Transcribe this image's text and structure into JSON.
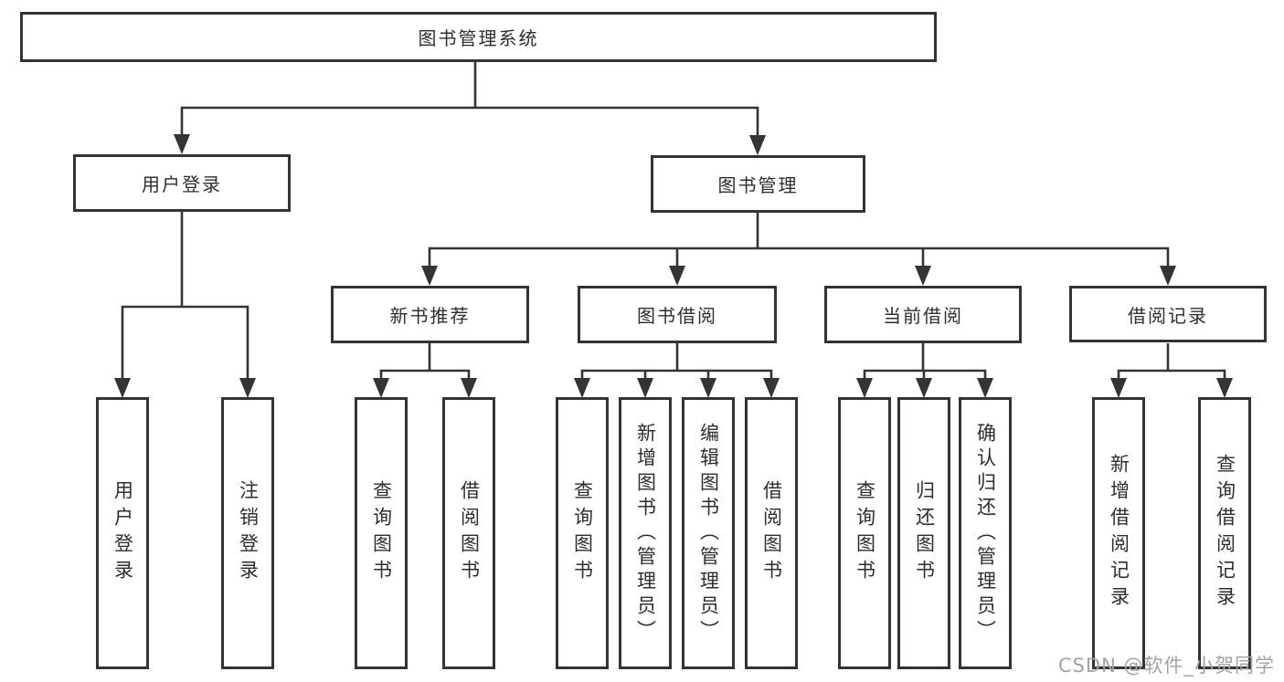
{
  "diagram": {
    "root": {
      "label": "图书管理系统"
    },
    "level1": [
      {
        "label": "用户登录",
        "parent": "图书管理系统"
      },
      {
        "label": "图书管理",
        "parent": "图书管理系统"
      }
    ],
    "level2": [
      {
        "label": "新书推荐",
        "parent": "图书管理"
      },
      {
        "label": "图书借阅",
        "parent": "图书管理"
      },
      {
        "label": "当前借阅",
        "parent": "图书管理"
      },
      {
        "label": "借阅记录",
        "parent": "图书管理"
      }
    ],
    "leaves": [
      {
        "label": "用户登录",
        "parent": "用户登录"
      },
      {
        "label": "注销登录",
        "parent": "用户登录"
      },
      {
        "label": "查询图书",
        "parent": "新书推荐"
      },
      {
        "label": "借阅图书",
        "parent": "新书推荐"
      },
      {
        "label": "查询图书",
        "parent": "图书借阅"
      },
      {
        "label": "新增图书（管理员）",
        "parent": "图书借阅"
      },
      {
        "label": "编辑图书（管理员）",
        "parent": "图书借阅"
      },
      {
        "label": "借阅图书",
        "parent": "图书借阅"
      },
      {
        "label": "查询图书",
        "parent": "当前借阅"
      },
      {
        "label": "归还图书",
        "parent": "当前借阅"
      },
      {
        "label": "确认归还（管理员）",
        "parent": "当前借阅"
      },
      {
        "label": "新增借阅记录",
        "parent": "借阅记录"
      },
      {
        "label": "查询借阅记录",
        "parent": "借阅记录"
      }
    ],
    "watermark": "CSDN @软件_小贺同学",
    "colors": {
      "line": "#343434",
      "border": "#333333",
      "text": "#2e2e2e",
      "background": "#ffffff",
      "watermark": "#a3a3a6"
    }
  }
}
